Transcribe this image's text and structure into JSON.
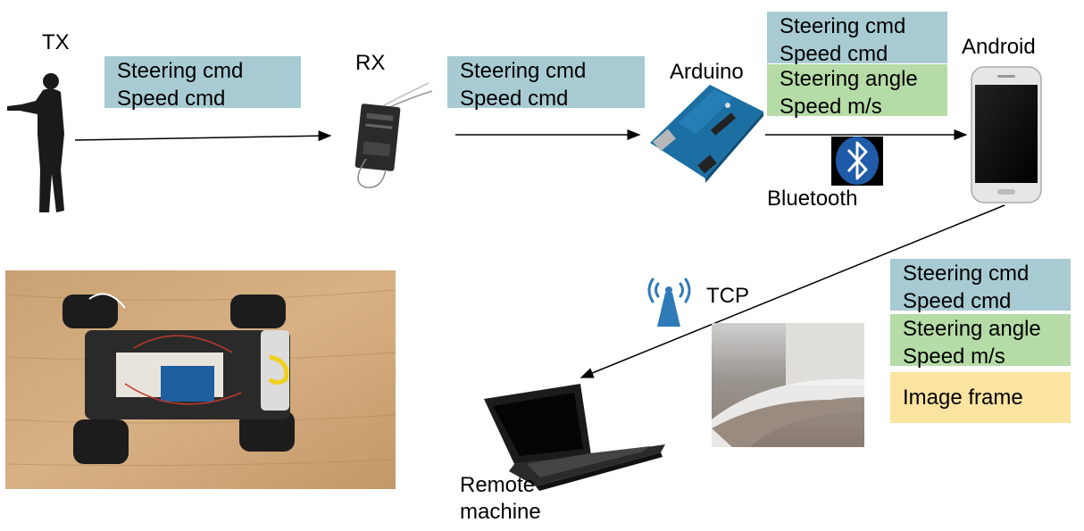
{
  "labels": {
    "tx": "TX",
    "rx": "RX",
    "arduino": "Arduino",
    "android": "Android",
    "bluetooth": "Bluetooth",
    "tcp": "TCP",
    "remote_line1": "Remote",
    "remote_line2": "machine"
  },
  "boxes": {
    "tx_rx": [
      "Steering cmd",
      "Speed cmd"
    ],
    "rx_arduino": [
      "Steering cmd",
      "Speed cmd"
    ],
    "arduino_android_cmd": [
      "Steering cmd",
      "Speed cmd"
    ],
    "arduino_android_sensor": [
      "Steering angle",
      "Speed m/s"
    ],
    "tcp_cmd": [
      "Steering cmd",
      "Speed cmd"
    ],
    "tcp_sensor": [
      "Steering angle",
      "Speed m/s"
    ],
    "tcp_image": "Image frame"
  },
  "colors": {
    "cmd_box": "#a8cbd3",
    "sensor_box": "#b5dba6",
    "image_box": "#fbe3a0",
    "arrow": "#000000",
    "bluetooth_blue": "#1f5ba8",
    "wifi_blue": "#2e7bb8"
  },
  "icons": {
    "operator": "person-silhouette",
    "receiver": "rc-receiver",
    "arduino": "arduino-board",
    "android": "smartphone",
    "bluetooth": "bluetooth-icon",
    "tcp": "wifi-antenna-icon",
    "laptop": "laptop",
    "car_photo": "rc-car-photo",
    "camera_frame": "camera-image"
  }
}
